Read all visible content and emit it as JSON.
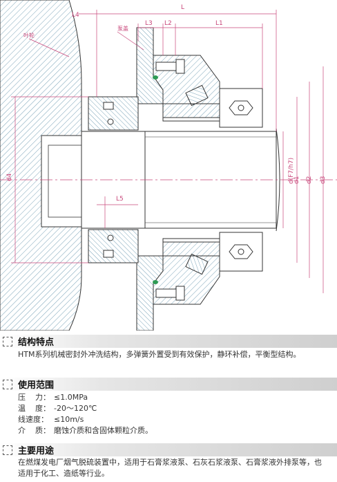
{
  "drawing": {
    "labels": {
      "L": "L",
      "L1": "L1",
      "L2": "L2",
      "L3": "L3",
      "L4": "L4",
      "L5": "L5",
      "d4": "d4",
      "d_fit": "d(F7/h7)",
      "d1": "d1",
      "d2": "d2",
      "d3": "d3",
      "impeller": "叶轮",
      "pump_cover": "泵盖"
    }
  },
  "sections": [
    {
      "title": "结构特点",
      "text": "HTM系列机械密封外冲洗结构，多弹簧外置受到有效保护，静环补偿，平衡型结构。"
    },
    {
      "title": "使用范围",
      "specs": [
        {
          "label": "压    力：",
          "value": "≤1.0MPa"
        },
        {
          "label": "温    度：",
          "value": "-20～120℃"
        },
        {
          "label": "线速度：",
          "value": "≤10m/s"
        },
        {
          "label": "介    质：",
          "value": "磨蚀介质和含固体颗粒介质。"
        }
      ]
    },
    {
      "title": "主要用途",
      "text": "在燃煤发电厂烟气脱硫装置中，适用于石膏浆液泵、石灰石浆液泵、石膏浆液外排泵等，也适用于化工、造纸等行业。"
    }
  ]
}
